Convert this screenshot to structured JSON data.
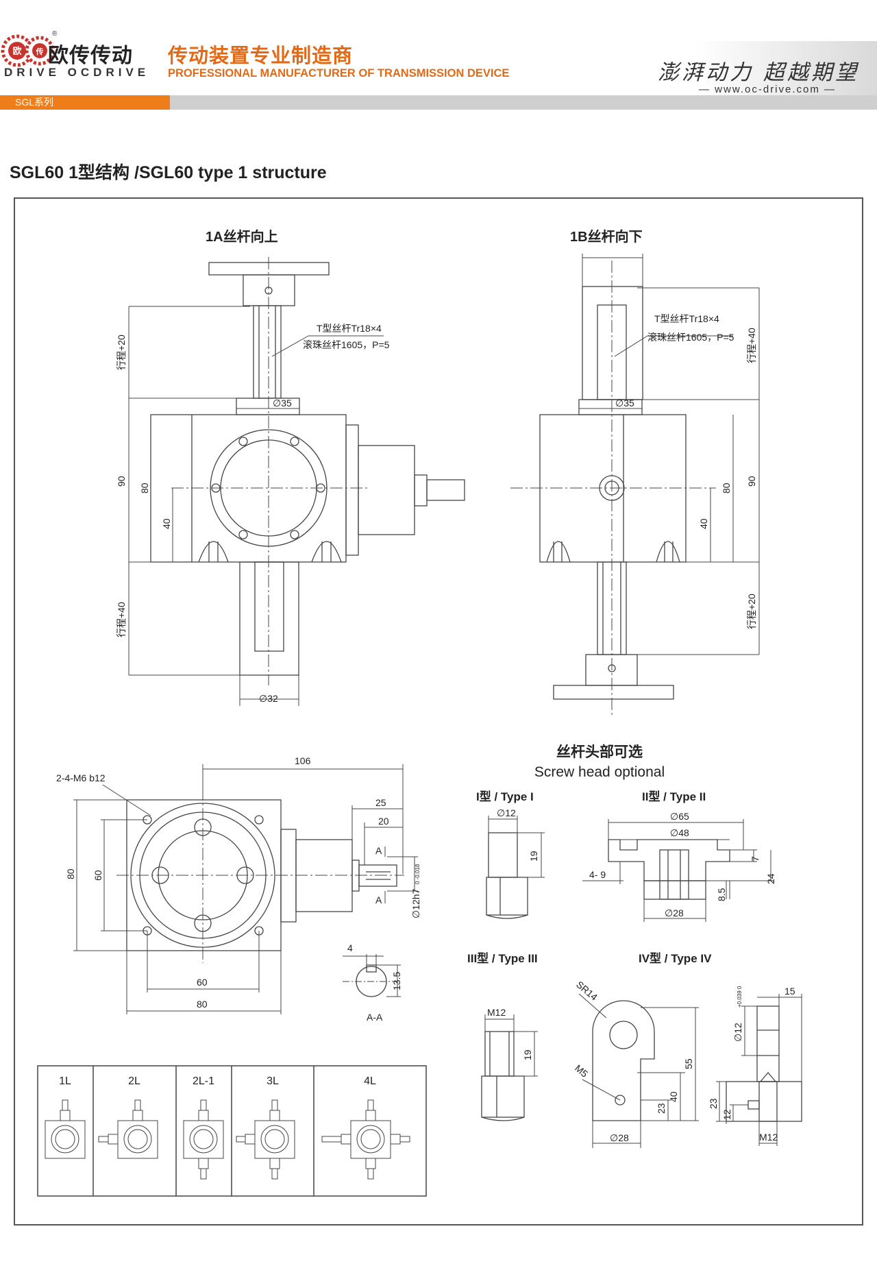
{
  "header": {
    "brand_cn": "欧传传动",
    "brand_en": "DRIVE OCDRIVE",
    "logo_letters": "OC",
    "logo_badge": "欧",
    "logo_badge2": "传",
    "registered": "®",
    "tagline_cn": "传动装置专业制造商",
    "tagline_en": "PROFESSIONAL MANUFACTURER OF TRANSMISSION DEVICE",
    "slogan": "澎湃动力 超越期望",
    "website": "www.oc-drive.com",
    "series_tab": "SGL系列",
    "accent_color": "#ef7d1a"
  },
  "title": "SGL60 1型结构 /SGL60 type 1 structure",
  "view_1a": {
    "label": "1A丝杆向上",
    "note_line1": "T型丝杆Tr18×4",
    "note_line2": "滚珠丝杆1605，P=5",
    "dim_stroke_top": "行程+20",
    "dim_flange": "∅35",
    "dim_90": "90",
    "dim_80": "80",
    "dim_40": "40",
    "dim_stroke_bottom": "行程+40",
    "dim_shaft": "∅32"
  },
  "view_1b": {
    "label": "1B丝杆向下",
    "note_line1": "T型丝杆Tr18×4",
    "note_line2": "滚珠丝杆1605，P=5",
    "dim_stroke_top": "行程+40",
    "dim_flange": "∅35",
    "dim_90": "90",
    "dim_80": "80",
    "dim_40": "40",
    "dim_stroke_bottom": "行程+20"
  },
  "bottom_view": {
    "hole_note": "2-4-M6  b12",
    "dim_106": "106",
    "dim_25": "25",
    "dim_20": "20",
    "dim_80_left": "80",
    "dim_60_left": "60",
    "dim_60_bottom": "60",
    "dim_80_bottom": "80",
    "section_mark": "A",
    "shaft_dim": "∅12h7",
    "shaft_tol": "0 -0.018"
  },
  "section_aa": {
    "dim_4": "4",
    "dim_13_5": "13.5",
    "label": "A-A"
  },
  "screw_head": {
    "title_cn": "丝杆头部可选",
    "title_en": "Screw head optional",
    "type1": {
      "label": "I型 / Type I",
      "dim_d12": "∅12",
      "dim_19": "19"
    },
    "type2": {
      "label": "II型 / Type II",
      "dim_d65": "∅65",
      "dim_d48": "∅48",
      "dim_7": "7",
      "dim_24": "24",
      "dim_4_9": "4- 9",
      "dim_8_5": "8.5",
      "dim_d28": "∅28"
    },
    "type3": {
      "label": "III型 / Type III",
      "dim_m12": "M12",
      "dim_19": "19"
    },
    "type4": {
      "label": "IV型 / Type IV",
      "dim_sr14": "SR14",
      "dim_m5": "M5",
      "dim_d28": "∅28",
      "dim_55": "55",
      "dim_40": "40",
      "dim_23": "23",
      "dim_d12": "∅12",
      "dim_d12_tol": "+0.039 0",
      "dim_15": "15",
      "dim_23b": "23",
      "dim_12": "12",
      "dim_m12": "M12"
    }
  },
  "config_table": {
    "columns": [
      "1L",
      "2L",
      "2L-1",
      "3L",
      "4L"
    ]
  }
}
